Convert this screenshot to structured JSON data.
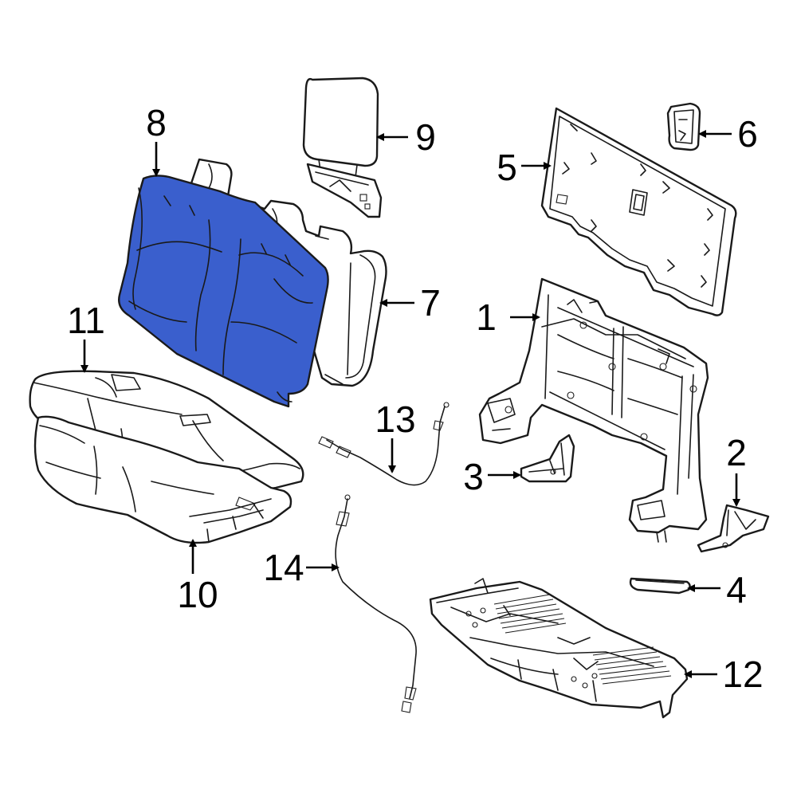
{
  "colors": {
    "highlight": "#3a5fcd",
    "outline": "#1a1a1a",
    "background": "#ffffff"
  },
  "callouts": [
    {
      "id": "1",
      "label": "1"
    },
    {
      "id": "2",
      "label": "2"
    },
    {
      "id": "3",
      "label": "3"
    },
    {
      "id": "4",
      "label": "4"
    },
    {
      "id": "5",
      "label": "5"
    },
    {
      "id": "6",
      "label": "6"
    },
    {
      "id": "7",
      "label": "7"
    },
    {
      "id": "8",
      "label": "8"
    },
    {
      "id": "9",
      "label": "9"
    },
    {
      "id": "10",
      "label": "10"
    },
    {
      "id": "11",
      "label": "11"
    },
    {
      "id": "12",
      "label": "12"
    },
    {
      "id": "13",
      "label": "13"
    },
    {
      "id": "14",
      "label": "14"
    }
  ],
  "highlighted_part": "8"
}
